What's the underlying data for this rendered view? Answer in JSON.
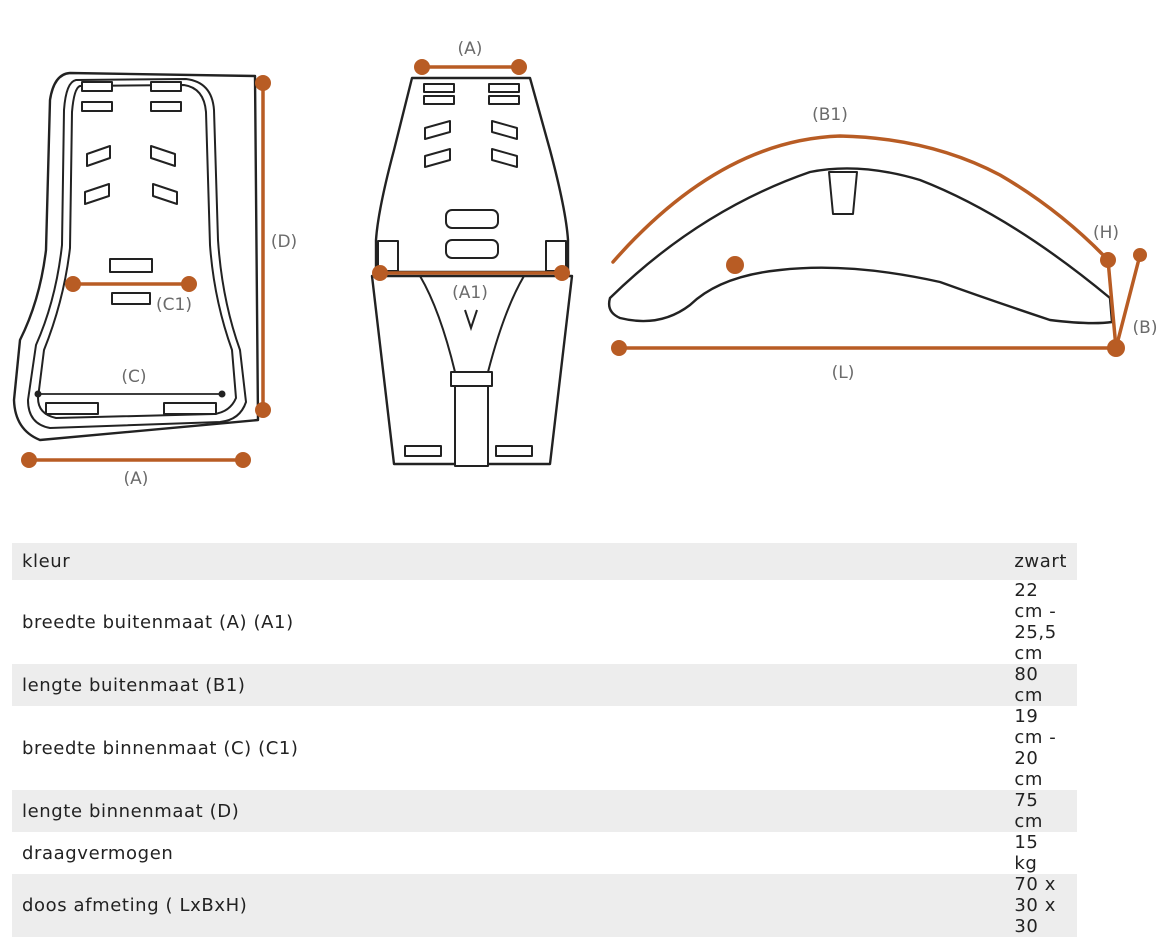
{
  "diagram": {
    "front_view": {
      "label_a": "(A)",
      "label_c": "(C)",
      "label_c1": "(C1)",
      "label_d": "(D)"
    },
    "back_view": {
      "label_a": "(A)",
      "label_a1": "(A1)"
    },
    "side_view": {
      "label_b1": "(B1)",
      "label_h": "(H)",
      "label_b": "(B)",
      "label_l": "(L)"
    },
    "dimension_color": "#b85c24",
    "outline_color": "#222222"
  },
  "specs": [
    {
      "label": "kleur",
      "value": "zwart"
    },
    {
      "label": "breedte buitenmaat (A) (A1)",
      "value": "22 cm - 25,5 cm"
    },
    {
      "label": "lengte buitenmaat (B1)",
      "value": "80 cm"
    },
    {
      "label": "breedte binnenmaat (C) (C1)",
      "value": "19 cm - 20 cm"
    },
    {
      "label": "lengte binnenmaat (D)",
      "value": "75 cm"
    },
    {
      "label": "draagvermogen",
      "value": "15 kg"
    },
    {
      "label": "doos afmeting ( LxBxH)",
      "value": "70 x 30 x 30"
    }
  ]
}
